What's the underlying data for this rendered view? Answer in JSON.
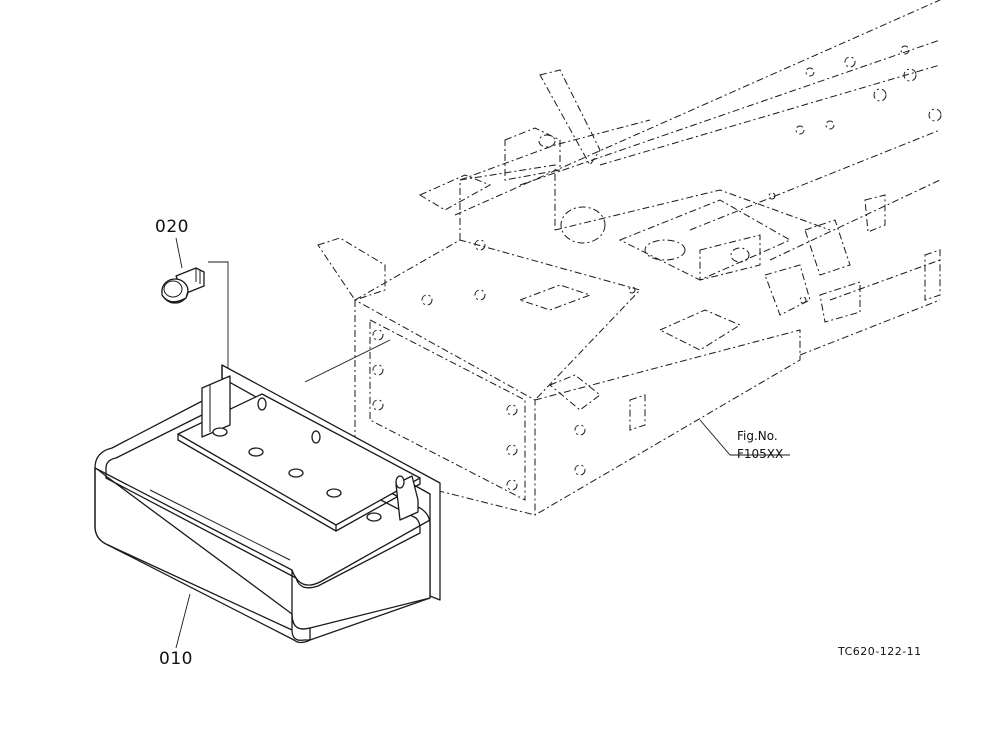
{
  "parts": [
    {
      "number": "020",
      "description": ""
    },
    {
      "number": "010",
      "description": ""
    }
  ],
  "reference": {
    "line1": "Fig.No.",
    "line2": "F105XX"
  },
  "drawing_code": "TC620-122-11"
}
